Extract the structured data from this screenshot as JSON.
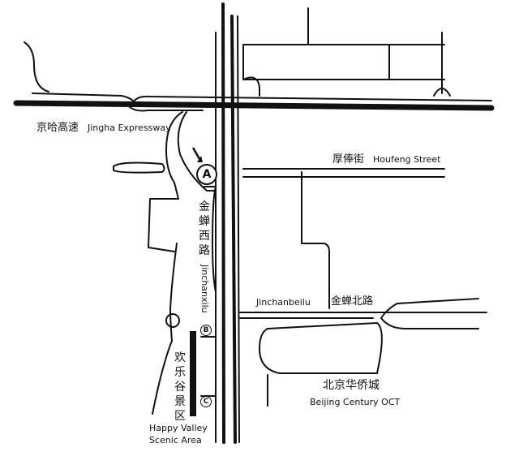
{
  "labels": {
    "jingha_cn": "京哈高速",
    "jingha_en": "Jingha Expressway",
    "houfeng_cn": "厚俸街",
    "houfeng_en": "Houfeng Street",
    "jinchanxilu_cn": "金蝉西路",
    "jinchanxilu_en": "Jinchanxilu",
    "jinchanbeilu_en": "Jinchanbeilu",
    "jinchanbeilu_cn": "金蝉北路",
    "oct_cn": "北京华侨城",
    "oct_en": "Beijing Century OCT",
    "happy_cn": "欢乐谷景区",
    "happy_en_1": "Happy Valley",
    "happy_en_2": "Scenic Area"
  },
  "markers": {
    "a": "A",
    "b": "B",
    "c": "C"
  },
  "colors": {
    "road": "#111111",
    "background": "#ffffff"
  }
}
